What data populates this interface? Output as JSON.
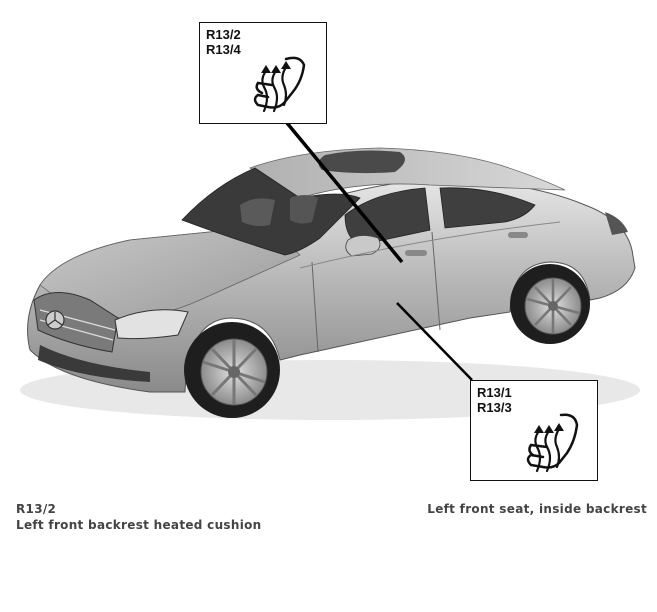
{
  "callouts": [
    {
      "codes": [
        "R13/2",
        "R13/4"
      ],
      "icon": "seat-backrest-heating-icon"
    },
    {
      "codes": [
        "R13/1",
        "R13/3"
      ],
      "icon": "seat-cushion-heating-icon"
    }
  ],
  "caption": {
    "code": "R13/2",
    "description": "Left front backrest heated cushion",
    "location": "Left front seat, inside backrest"
  },
  "colors": {
    "body_light": "#d4d4d4",
    "body_mid": "#a9a9a9",
    "body_dark": "#6e6e6e",
    "glass": "#3a3a3a",
    "tire": "#1e1e1e"
  }
}
